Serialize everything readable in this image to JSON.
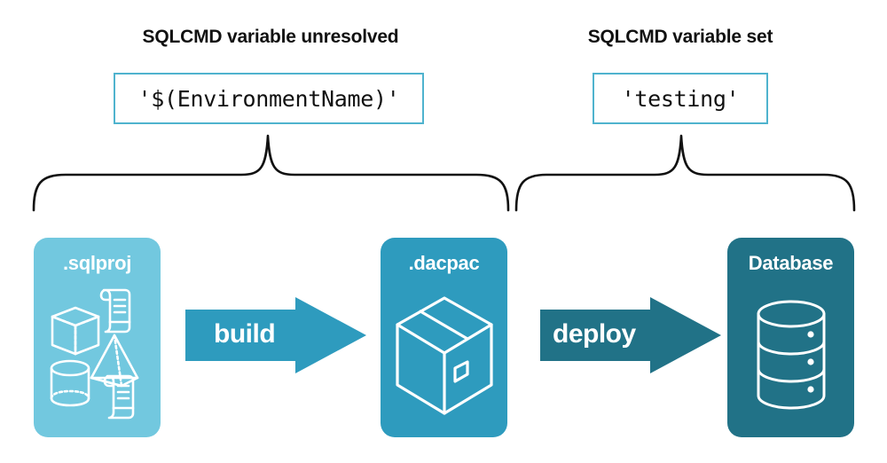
{
  "colors": {
    "light_teal": "#72C8DF",
    "mid_teal": "#2E9BBE",
    "dark_teal": "#217287",
    "box_border": "#4FB3CE",
    "brace": "#111111",
    "text_dark": "#111111",
    "text_light": "#FFFFFF",
    "background": "#FFFFFF"
  },
  "groups": [
    {
      "id": "unresolved",
      "heading": "SQLCMD variable unresolved",
      "value": "'$(EnvironmentName)'"
    },
    {
      "id": "set",
      "heading": "SQLCMD variable set",
      "value": "'testing'"
    }
  ],
  "stages": [
    {
      "id": "sqlproj",
      "label": ".sqlproj",
      "color": "#72C8DF",
      "icons": [
        "cube-icon",
        "pyramid-icon",
        "cylinder-icon",
        "scroll-icon",
        "scroll-icon"
      ]
    },
    {
      "id": "dacpac",
      "label": ".dacpac",
      "color": "#2E9BBE",
      "icons": [
        "package-box-icon"
      ]
    },
    {
      "id": "database",
      "label": "Database",
      "color": "#217287",
      "icons": [
        "database-cylinder-icon"
      ]
    }
  ],
  "arrows": [
    {
      "id": "build",
      "label": "build",
      "color": "#2E9BBE"
    },
    {
      "id": "deploy",
      "label": "deploy",
      "color": "#217287"
    }
  ]
}
